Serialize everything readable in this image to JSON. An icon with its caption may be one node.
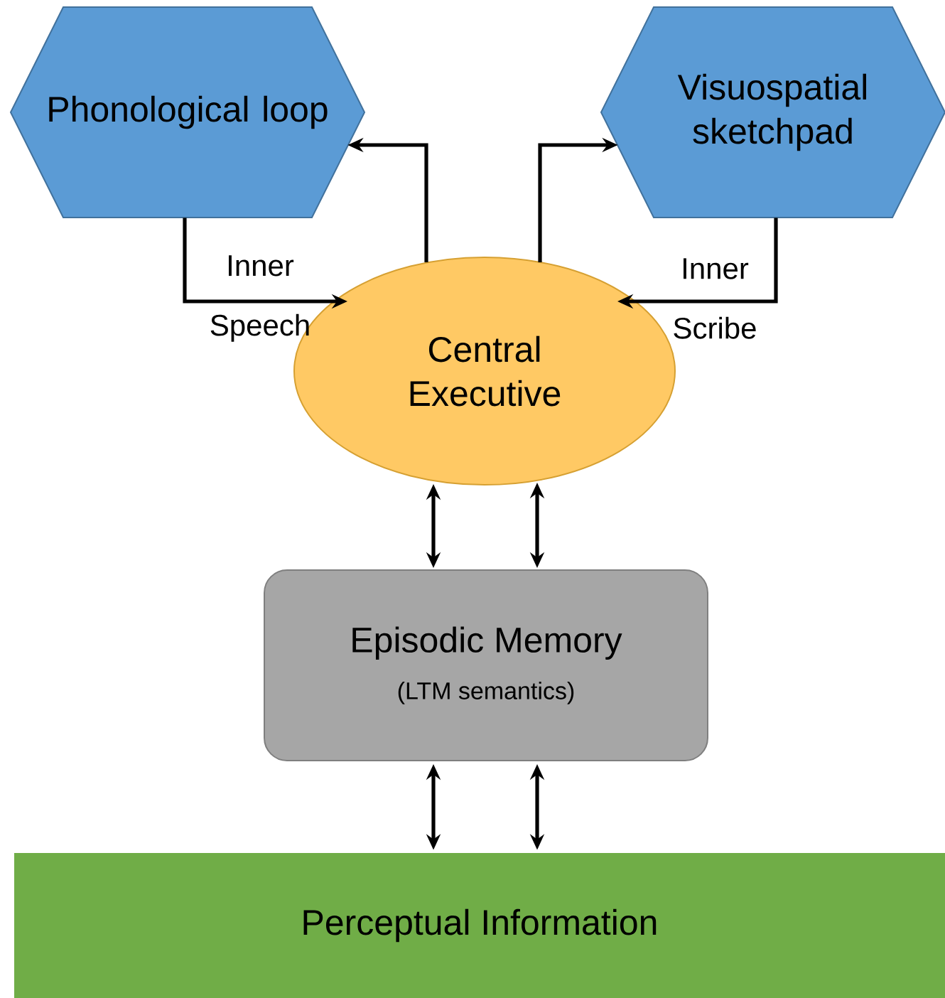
{
  "diagram": {
    "nodes": [
      {
        "text": [
          "Phonological loop"
        ]
      },
      {
        "text": [
          "Visuospatial sketchpad"
        ]
      },
      {
        "text": [
          "Central Executive"
        ]
      },
      {
        "text": [
          "Episodic Memory",
          "(LTM semantics)"
        ]
      },
      {
        "text": [
          "Perceptual Information"
        ]
      }
    ],
    "edges": [
      {
        "from": 2,
        "to": 0,
        "arrow": "to"
      },
      {
        "from": 0,
        "to": 2,
        "arrow": "to",
        "label": "Inner Speech"
      },
      {
        "from": 2,
        "to": 1,
        "arrow": "to"
      },
      {
        "from": 1,
        "to": 2,
        "arrow": "to",
        "label": "Inner Scribe"
      },
      {
        "from": 2,
        "to": 3,
        "arrow": "both"
      },
      {
        "from": 2,
        "to": 3,
        "arrow": "both"
      },
      {
        "from": 3,
        "to": 4,
        "arrow": "both"
      },
      {
        "from": 3,
        "to": 4,
        "arrow": "both"
      }
    ]
  }
}
